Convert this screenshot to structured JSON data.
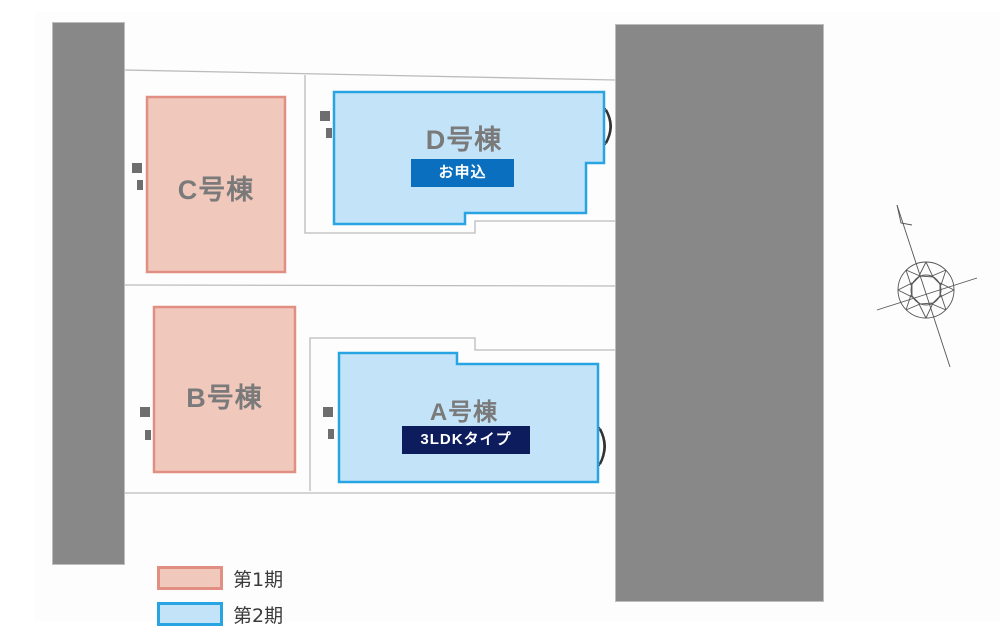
{
  "colors": {
    "phase1_fill": "#f0c8bc",
    "phase1_border": "#e08f82",
    "phase2_fill": "#c3e4f8",
    "phase2_border": "#29a4e2",
    "road": "#888888",
    "label_text": "#7a7a7a",
    "badge_applied": "#0a6fbf",
    "badge_type": "#0d1c5c",
    "lot_line": "#bcbcbc"
  },
  "buildings": [
    {
      "id": "C",
      "label": "C号棟",
      "phase": 1
    },
    {
      "id": "D",
      "label": "D号棟",
      "phase": 2,
      "badge": "お申込"
    },
    {
      "id": "B",
      "label": "B号棟",
      "phase": 1
    },
    {
      "id": "A",
      "label": "A号棟",
      "phase": 2,
      "badge": "3LDKタイプ"
    }
  ],
  "legend": {
    "items": [
      {
        "label": "第1期",
        "phase": 1
      },
      {
        "label": "第2期",
        "phase": 2
      }
    ]
  },
  "compass": {
    "icon": "compass-north-arrow-icon"
  }
}
